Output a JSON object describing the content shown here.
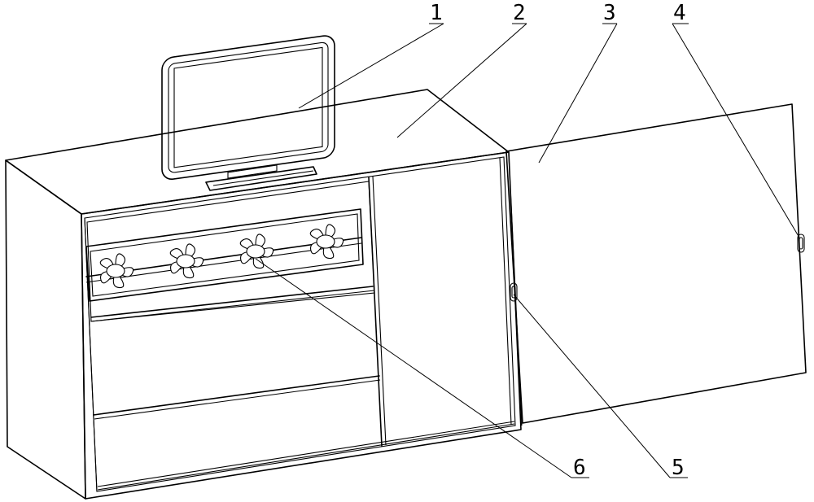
{
  "callouts": [
    {
      "id": "1",
      "label": "1"
    },
    {
      "id": "2",
      "label": "2"
    },
    {
      "id": "3",
      "label": "3"
    },
    {
      "id": "4",
      "label": "4"
    },
    {
      "id": "5",
      "label": "5"
    },
    {
      "id": "6",
      "label": "6"
    }
  ],
  "components": [
    {
      "label": "1",
      "name": "monitor",
      "icon": "monitor-icon"
    },
    {
      "label": "2",
      "name": "cabinet-top"
    },
    {
      "label": "3",
      "name": "sliding-panel"
    },
    {
      "label": "4",
      "name": "handle"
    },
    {
      "label": "5",
      "name": "handle"
    },
    {
      "label": "6",
      "name": "fan",
      "icon": "fan-icon"
    }
  ],
  "fan_count": 4
}
